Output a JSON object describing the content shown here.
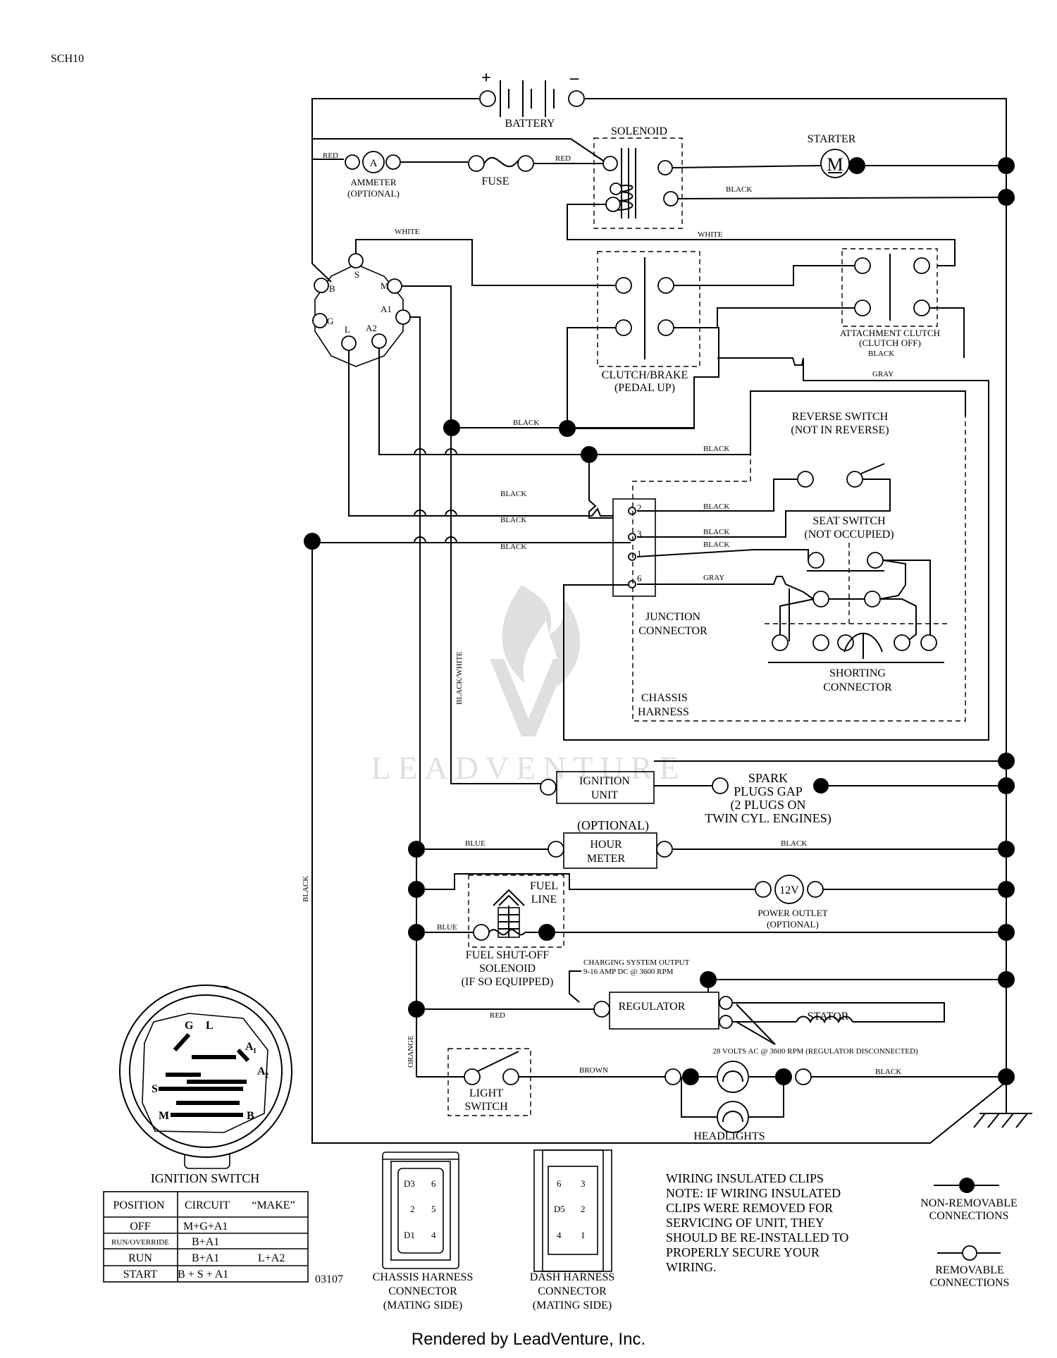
{
  "diagram_id": "SCH10",
  "part_code": "03107",
  "footer": "Rendered by LeadVenture, Inc.",
  "watermark": "LEADVENTURE",
  "battery": {
    "label": "BATTERY",
    "plus": "+",
    "minus": "–"
  },
  "solenoid": {
    "label": "SOLENOID"
  },
  "starter": {
    "label": "STARTER",
    "symbol": "M"
  },
  "ammeter": {
    "label": "AMMETER",
    "note": "(OPTIONAL)",
    "symbol": "A"
  },
  "fuse": {
    "label": "FUSE"
  },
  "clutch_brake": {
    "label": "CLUTCH/BRAKE",
    "note": "(PEDAL UP)"
  },
  "attachment_clutch": {
    "label": "ATTACHMENT CLUTCH",
    "note": "(CLUTCH OFF)"
  },
  "reverse_switch": {
    "label": "REVERSE SWITCH",
    "note": "(NOT IN REVERSE)"
  },
  "seat_switch": {
    "label": "SEAT SWITCH",
    "note": "(NOT OCCUPIED)"
  },
  "junction_connector": {
    "label1": "JUNCTION",
    "label2": "CONNECTOR",
    "pins": [
      "2",
      "3",
      "1",
      "6"
    ]
  },
  "shorting_connector": {
    "label1": "SHORTING",
    "label2": "CONNECTOR"
  },
  "chassis_harness": {
    "label1": "CHASSIS",
    "label2": "HARNESS"
  },
  "ignition_unit": {
    "label1": "IGNITION",
    "label2": "UNIT"
  },
  "spark_plugs": {
    "line1": "SPARK",
    "line2": "PLUGS GAP",
    "line3": "(2 PLUGS ON",
    "line4": "TWIN CYL. ENGINES)"
  },
  "hour_meter": {
    "label1": "HOUR",
    "label2": "METER",
    "note": "(OPTIONAL)"
  },
  "fuel_line": {
    "label1": "FUEL",
    "label2": "LINE"
  },
  "power_outlet": {
    "symbol": "12V",
    "label": "POWER OUTLET",
    "note": "(OPTIONAL)"
  },
  "fuel_solenoid": {
    "line1": "FUEL SHUT-OFF",
    "line2": "SOLENOID",
    "line3": "(IF SO EQUIPPED)"
  },
  "charging": {
    "line1": "CHARGING SYSTEM OUTPUT",
    "line2": "9-16 AMP DC @ 3600 RPM"
  },
  "regulator": {
    "label": "REGULATOR"
  },
  "stator": {
    "label": "STATOR",
    "note": "28 VOLTS AC @ 3600 RPM (REGULATOR DISCONNECTED)"
  },
  "light_switch": {
    "label1": "LIGHT",
    "label2": "SWITCH"
  },
  "headlights": {
    "label": "HEADLIGHTS"
  },
  "ignition_terminals": {
    "B": "B",
    "S": "S",
    "M": "M",
    "A1": "A1",
    "A2": "A2",
    "L": "L",
    "G": "G"
  },
  "wire_colors": {
    "red": "RED",
    "white": "WHITE",
    "black": "BLACK",
    "gray": "GRAY",
    "blue": "BLUE",
    "brown": "BROWN",
    "orange": "ORANGE",
    "black_white": "BLACK/WHITE"
  },
  "ignition_switch": {
    "title": "IGNITION SWITCH",
    "face_letters": {
      "G": "G",
      "L": "L",
      "A1": "A",
      "A1_sub": "1",
      "A2": "A",
      "A2_sub": "2",
      "S": "S",
      "M": "M",
      "B": "B"
    },
    "table_headers": [
      "POSITION",
      "CIRCUIT",
      "“MAKE”"
    ],
    "rows": [
      {
        "position": "OFF",
        "circuit": "M+G+A1",
        "make": ""
      },
      {
        "position": "RUN/OVERRIDE",
        "circuit": "B+A1",
        "make": ""
      },
      {
        "position": "RUN",
        "circuit": "B+A1",
        "make": "L+A2"
      },
      {
        "position": "START",
        "circuit": "B + S + A1",
        "make": ""
      }
    ]
  },
  "chassis_harness_connector": {
    "line1": "CHASSIS HARNESS",
    "line2": "CONNECTOR",
    "line3": "(MATING SIDE)",
    "pins": [
      "D3",
      "6",
      "2",
      "5",
      "D1",
      "4"
    ]
  },
  "dash_harness_connector": {
    "line1": "DASH HARNESS",
    "line2": "CONNECTOR",
    "line3": "(MATING SIDE)",
    "pins": [
      "6",
      "3",
      "D5",
      "2",
      "4",
      "1"
    ]
  },
  "clips_note": {
    "title": "WIRING INSULATED CLIPS",
    "lines": [
      "NOTE:  IF WIRING INSULATED",
      "CLIPS WERE REMOVED FOR",
      "SERVICING OF UNIT, THEY",
      "SHOULD BE RE-INSTALLED TO",
      "PROPERLY SECURE YOUR",
      " WIRING."
    ]
  },
  "legend": {
    "non_removable": {
      "line1": "NON-REMOVABLE",
      "line2": "CONNECTIONS"
    },
    "removable": {
      "line1": "REMOVABLE",
      "line2": "CONNECTIONS"
    }
  }
}
